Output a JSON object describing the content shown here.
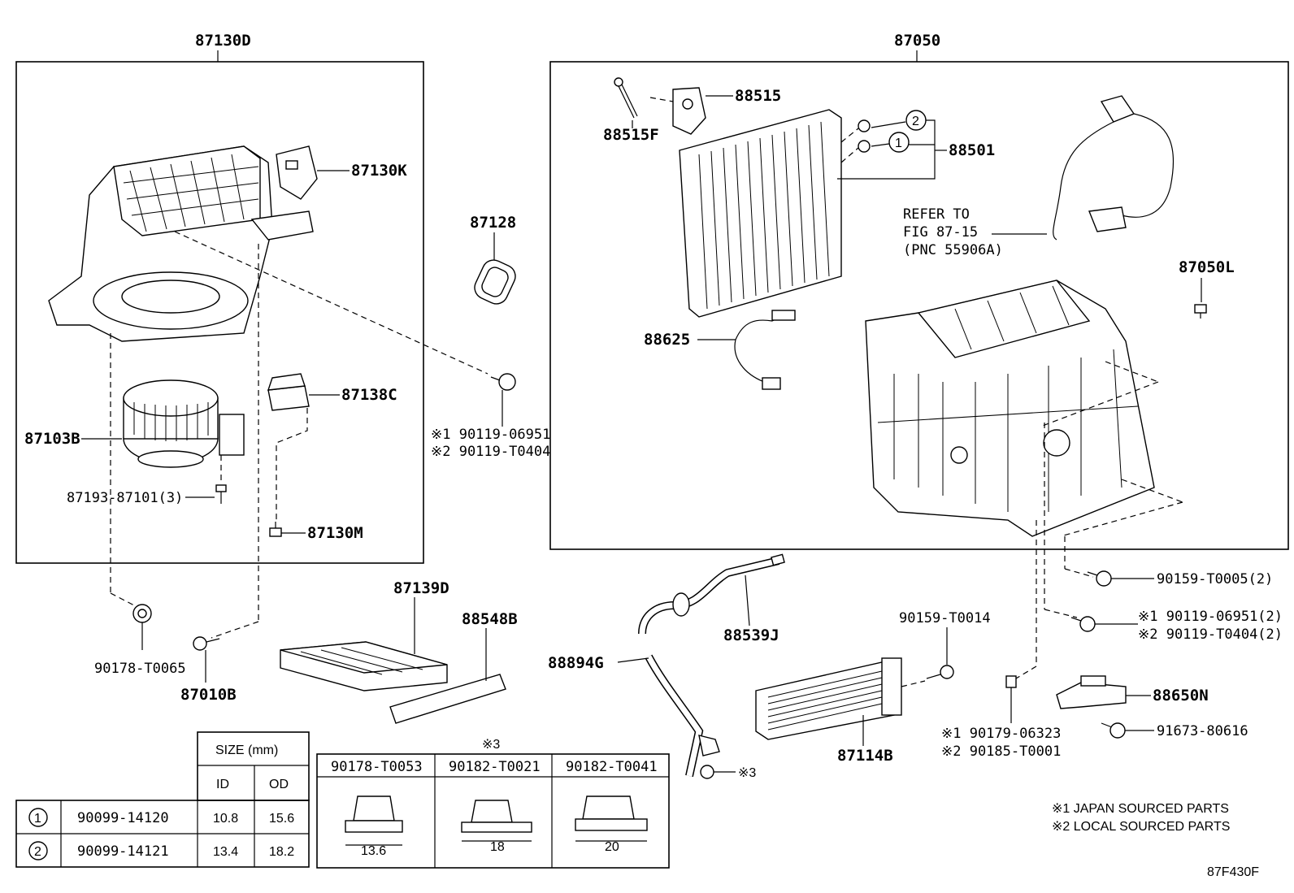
{
  "groups": {
    "left_box": "87130D",
    "right_box": "87050"
  },
  "labels": {
    "p87130K": "87130K",
    "p87103B": "87103B",
    "p87138C": "87138C",
    "p87193": "87193-87101(3)",
    "p87130M": "87130M",
    "p87128": "87128",
    "p90119a_1": "※1 90119-06951",
    "p90119a_2": "※2 90119-T0404",
    "p88515": "88515",
    "p88515F": "88515F",
    "p88501": "88501",
    "refer1": "REFER TO",
    "refer2": "FIG 87-15",
    "refer3": "(PNC 55906A)",
    "p87050L": "87050L",
    "p88625": "88625",
    "p90178_T0065": "90178-T0065",
    "p87010B": "87010B",
    "p87139D": "87139D",
    "p88548B": "88548B",
    "p88539J": "88539J",
    "p88894G": "88894G",
    "p90159_T0014": "90159-T0014",
    "p87114B": "87114B",
    "p90159_T0005": "90159-T0005(2)",
    "p90119b_1": "※1 90119-06951(2)",
    "p90119b_2": "※2 90119-T0404(2)",
    "p88650N": "88650N",
    "p91673": "91673-80616",
    "p90179_1": "※1 90179-06323",
    "p90185_2": "※2 90185-T0001",
    "note3": "※3",
    "circle1": "1",
    "circle2": "2"
  },
  "size_table": {
    "header": "SIZE (mm)",
    "col_id": "ID",
    "col_od": "OD",
    "rows": [
      {
        "no": "1",
        "part": "90099-14120",
        "id": "10.8",
        "od": "15.6"
      },
      {
        "no": "2",
        "part": "90099-14121",
        "id": "13.4",
        "od": "18.2"
      }
    ]
  },
  "nut_table": {
    "title": "※3",
    "cols": [
      {
        "part": "90178-T0053",
        "dim": "13.6"
      },
      {
        "part": "90182-T0021",
        "dim": "18"
      },
      {
        "part": "90182-T0041",
        "dim": "20"
      }
    ]
  },
  "footnotes": {
    "f1": "※1 JAPAN SOURCED PARTS",
    "f2": "※2 LOCAL SOURCED PARTS",
    "fig_id": "87F430F"
  }
}
